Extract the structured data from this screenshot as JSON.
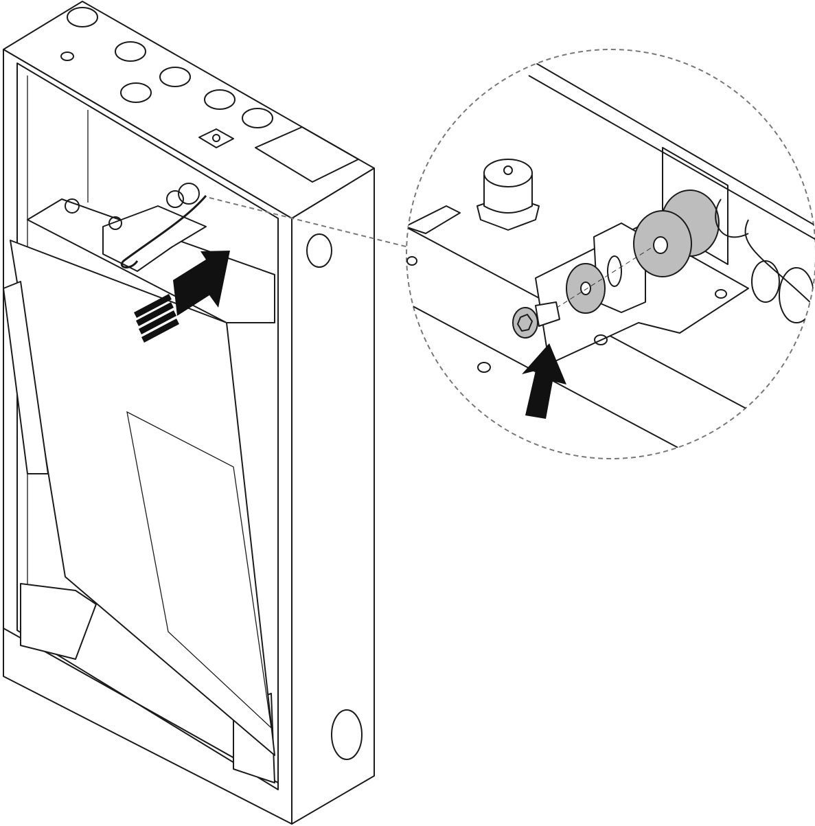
{
  "figure": {
    "colors": {
      "line": "#1a1a1a",
      "callout_circle": "#777777",
      "washer_fill": "#bdbdbd",
      "arrow": "#111111"
    },
    "icons": [
      "insert-direction-arrow",
      "fasten-direction-arrow",
      "detail-callout-circle"
    ]
  }
}
